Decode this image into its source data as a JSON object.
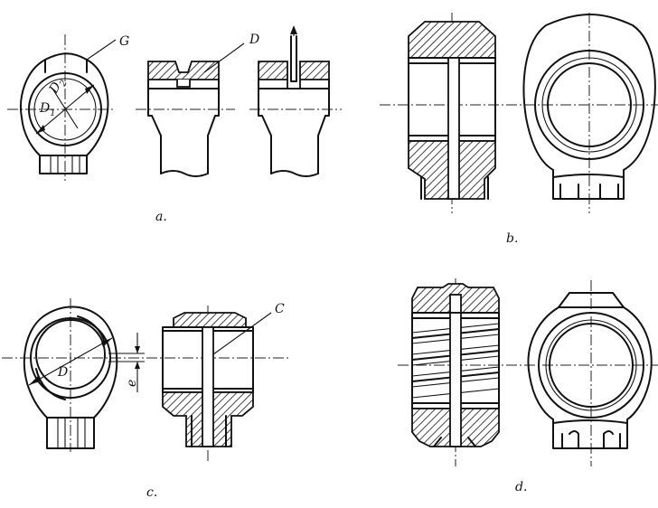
{
  "figure": {
    "captions": {
      "a": "a.",
      "b": "b.",
      "c": "c.",
      "d": "d."
    },
    "labels": {
      "a_G": "G",
      "a_D": "D",
      "a_D1": "D",
      "a_D1_sub": "1",
      "a_D2": "D",
      "a_D2_sub": "2",
      "c_C": "C",
      "c_D": "D",
      "c_e": "e"
    }
  }
}
